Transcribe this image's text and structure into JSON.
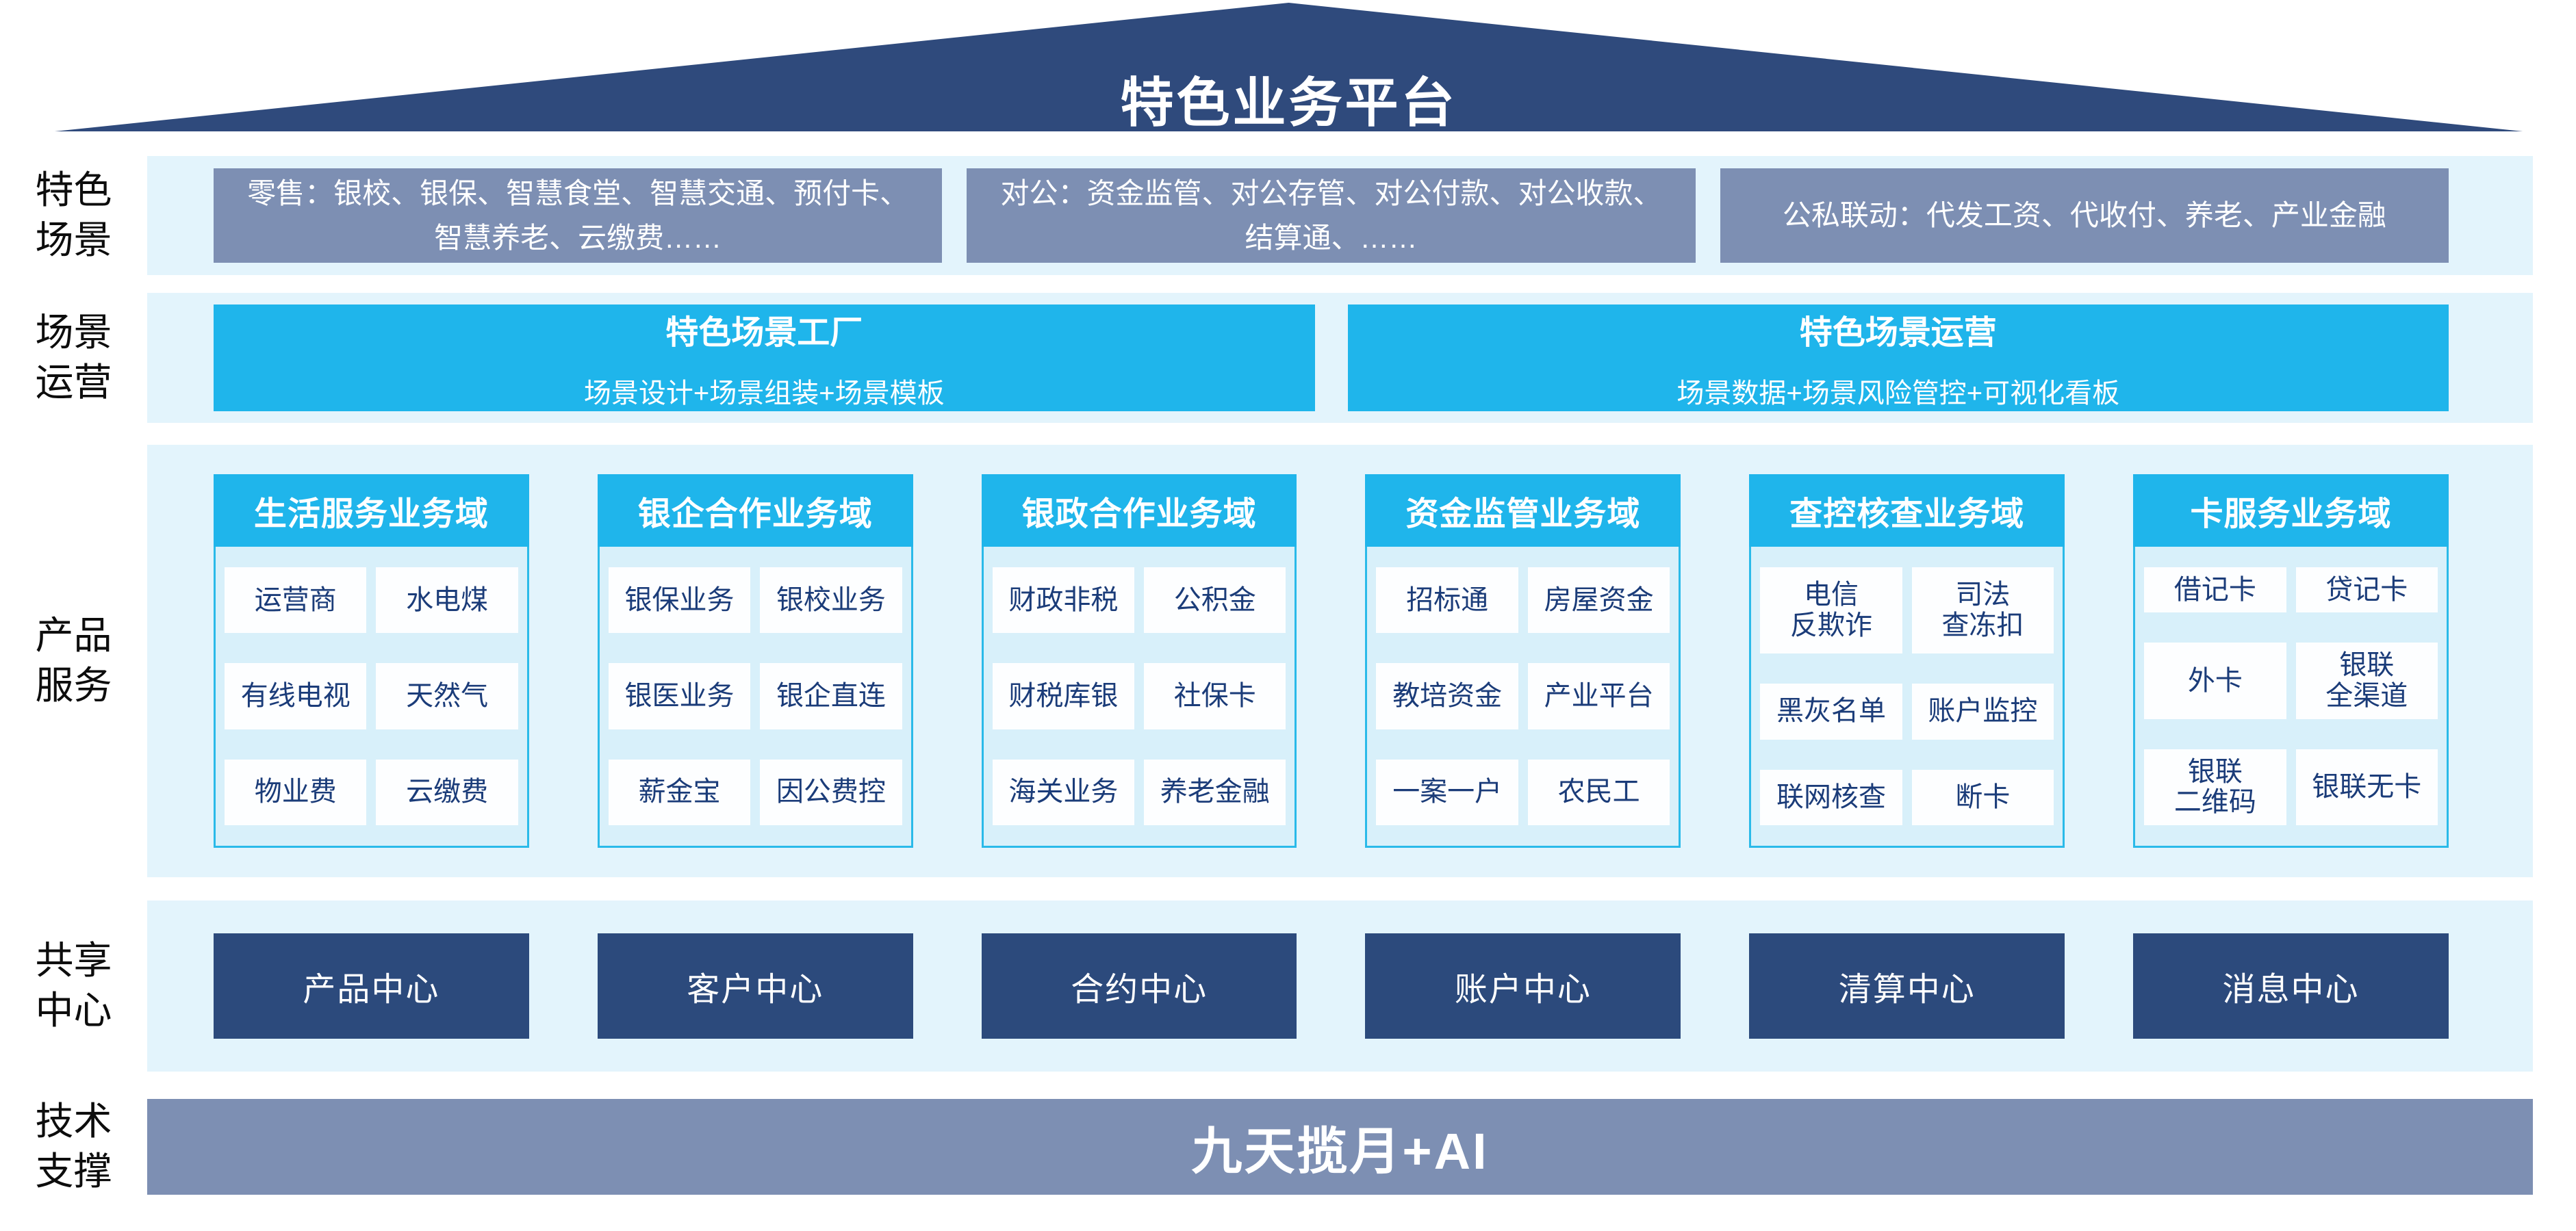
{
  "roof": {
    "title": "特色业务平台"
  },
  "side_labels": {
    "scenarios": "特色\n场景",
    "operation": "场景\n运营",
    "products": "产品\n服务",
    "share": "共享\n中心",
    "tech": "技术\n支撑"
  },
  "scenario_row": {
    "boxes": [
      "零售：银校、银保、智慧食堂、智慧交通、预付卡、智慧养老、云缴费……",
      "对公：资金监管、对公存管、对公付款、对公收款、结算通、……",
      "公私联动：代发工资、代收付、养老、产业金融"
    ]
  },
  "operation_row": {
    "boxes": [
      {
        "title": "特色场景工厂",
        "subtitle": "场景设计+场景组装+场景模板"
      },
      {
        "title": "特色场景运营",
        "subtitle": "场景数据+场景风险管控+可视化看板"
      }
    ]
  },
  "product_row": {
    "columns": [
      {
        "header": "生活服务业务域",
        "cells": [
          "运营商",
          "水电煤",
          "有线电视",
          "天然气",
          "物业费",
          "云缴费"
        ]
      },
      {
        "header": "银企合作业务域",
        "cells": [
          "银保业务",
          "银校业务",
          "银医业务",
          "银企直连",
          "薪金宝",
          "因公费控"
        ]
      },
      {
        "header": "银政合作业务域",
        "cells": [
          "财政非税",
          "公积金",
          "财税库银",
          "社保卡",
          "海关业务",
          "养老金融"
        ]
      },
      {
        "header": "资金监管业务域",
        "cells": [
          "招标通",
          "房屋资金",
          "教培资金",
          "产业平台",
          "一案一户",
          "农民工"
        ]
      },
      {
        "header": "查控核查业务域",
        "cells": [
          "电信\n反欺诈",
          "司法\n查冻扣",
          "黑灰名单",
          "账户监控",
          "联网核查",
          "断卡"
        ]
      },
      {
        "header": "卡服务业务域",
        "cells": [
          "借记卡",
          "贷记卡",
          "外卡",
          "银联\n全渠道",
          "银联\n二维码",
          "银联无卡"
        ]
      }
    ]
  },
  "share_row": {
    "boxes": [
      "产品中心",
      "客户中心",
      "合约中心",
      "账户中心",
      "清算中心",
      "消息中心"
    ]
  },
  "tech_row": {
    "title": "九天揽月+AI"
  },
  "colors": {
    "navy": "#2F4A7C",
    "slate_blue": "#7D8FB3",
    "cyan": "#1FB5EB",
    "band_bg": "#E3F4FC",
    "column_body_bg": "#D8F0FA",
    "cell_text": "#1B3C79"
  }
}
